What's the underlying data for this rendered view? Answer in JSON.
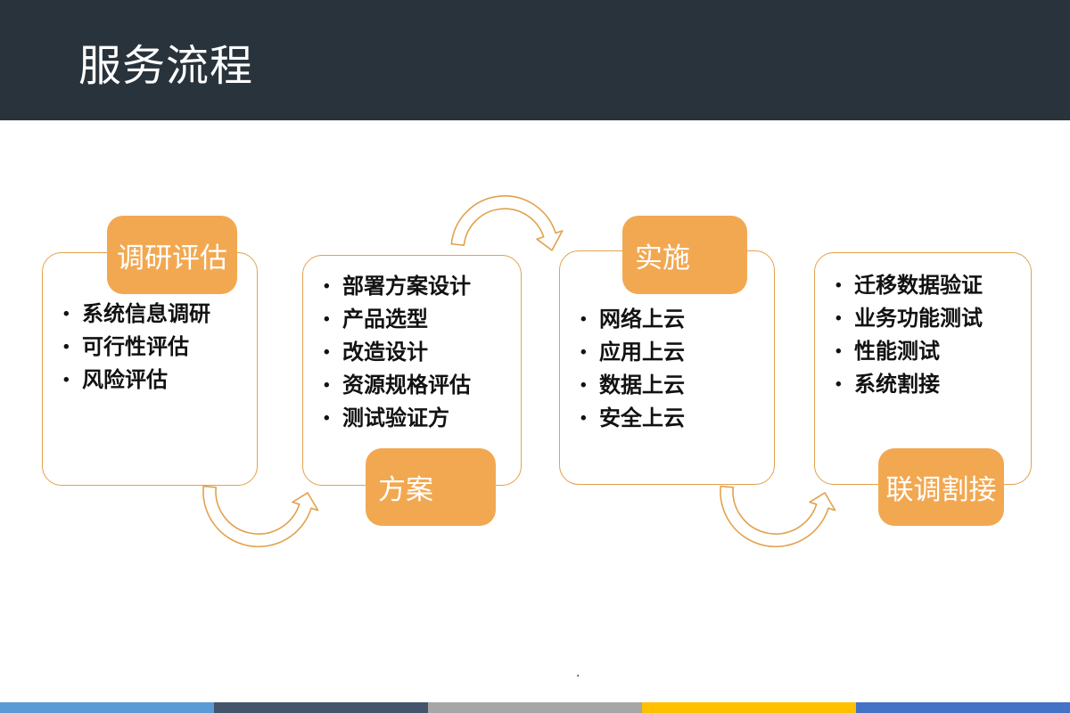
{
  "header": {
    "title": "服务流程",
    "bg": "#29333B"
  },
  "accent": {
    "tab_bg": "#F2A851",
    "box_border": "#E2A14C",
    "arrow_stroke": "#E2A14C"
  },
  "ui": {
    "bullet": "•"
  },
  "stages": [
    {
      "label": "调研评估",
      "tab_position": "top",
      "items": [
        "系统信息调研",
        "可行性评估",
        "风险评估"
      ]
    },
    {
      "label": "方案",
      "tab_position": "bottom",
      "items": [
        "部署方案设计",
        "产品选型",
        "改造设计",
        "资源规格评估",
        "测试验证方"
      ]
    },
    {
      "label": "实施",
      "tab_position": "top",
      "items": [
        "网络上云",
        "应用上云",
        "数据上云",
        "安全上云"
      ]
    },
    {
      "label": "联调割接",
      "tab_position": "bottom",
      "items": [
        "迁移数据验证",
        "业务功能测试",
        "性能测试",
        "系统割接"
      ]
    }
  ],
  "connectors": [
    {
      "from": "调研评估",
      "to": "方案",
      "path": "bottom-arc"
    },
    {
      "from": "方案",
      "to": "实施",
      "path": "top-arc"
    },
    {
      "from": "实施",
      "to": "联调割接",
      "path": "bottom-arc"
    }
  ],
  "footer": {
    "stray_mark": ".",
    "strip_colors": [
      "#5B9BD5",
      "#44546A",
      "#A6A6A6",
      "#FFC000",
      "#4472C4"
    ]
  }
}
